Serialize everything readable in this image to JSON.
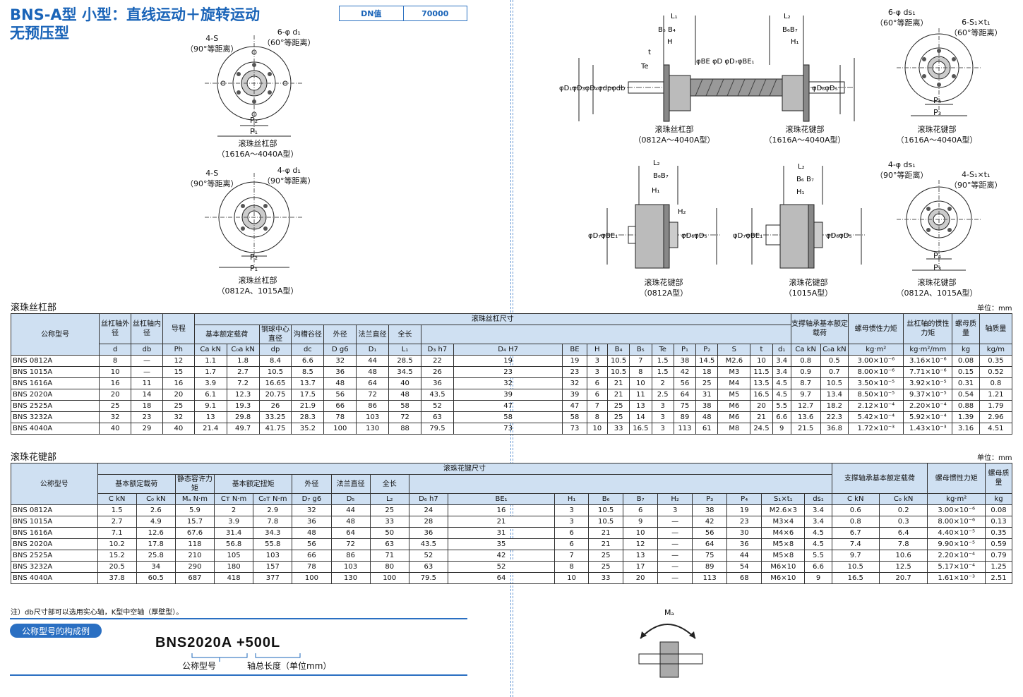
{
  "header": {
    "title_line1": "BNS-A型  小型：直线运动＋旋转运动",
    "title_line2": "无预压型",
    "dn_label": "DN值",
    "dn_value": "70000"
  },
  "diagrams": {
    "top_left": {
      "s_label": "4-S",
      "s_note": "（90°等距离）",
      "d_label": "6-φ d₁",
      "d_note": "（60°等距离）",
      "p2": "P₂",
      "p1": "P₁",
      "caption1": "滚珠丝杠部",
      "caption2": "（1616A～4040A型）"
    },
    "mid_left": {
      "s_label": "4-S",
      "s_note": "（90°等距离）",
      "d_label": "4-φ d₁",
      "d_note": "（90°等距离）",
      "p2": "P₂",
      "p1": "P₁",
      "caption1": "滚珠丝杠部",
      "caption2": "（0812A、1015A型）"
    },
    "cross_section": {
      "cap_a1": "滚珠丝杠部",
      "cap_a2": "（0812A～4040A型）",
      "cap_b1": "滚珠花键部",
      "cap_b2": "（1616A～4040A型）"
    },
    "top_right": {
      "d_label": "6-φ ds₁",
      "d_note": "（60°等距离）",
      "s_label": "6-S₁×t₁",
      "s_note": "（60°等距离）",
      "p4": "P₄",
      "p3": "P₃",
      "caption1": "滚珠花键部",
      "caption2": "（1616A～4040A型）"
    },
    "spline_0812": {
      "caption1": "滚珠花键部",
      "caption2": "（0812A型）"
    },
    "spline_1015": {
      "caption1": "滚珠花键部",
      "caption2": "（1015A型）"
    },
    "mid_right": {
      "d_label": "4-φ ds₁",
      "d_note": "（90°等距离）",
      "s_label": "4-S₁×t₁",
      "s_note": "（90°等距离）",
      "p4": "P₄",
      "p3": "P₃",
      "caption1": "滚珠花键部",
      "caption2": "（0812A、1015A型）"
    }
  },
  "screw_table": {
    "section_title": "滚珠丝杠部",
    "unit": "单位：mm",
    "h_model": "公称型号",
    "h_od": "丝杠轴外径",
    "h_id": "丝杠轴内径",
    "h_lead": "导程",
    "h_group": "滚珠丝杠尺寸",
    "h_rated": "基本额定载荷",
    "h_ball": "钢球中心直径",
    "h_groove": "沟槽谷径",
    "h_outer": "外径",
    "h_flange": "法兰直径",
    "h_length": "全长",
    "h_support": "支撑轴承基本额定载荷",
    "h_inertia": "螺母惯性力矩",
    "h_shaft_inertia": "丝杠轴的惯性力矩",
    "h_nut_mass": "螺母质量",
    "h_shaft_mass": "轴质量",
    "sub_cols": [
      "d",
      "db",
      "Ph",
      "Ca kN",
      "C₀a kN",
      "dp",
      "dc",
      "D g6",
      "D₁",
      "L₁",
      "D₃ h7",
      "D₄ H7",
      "BE",
      "H",
      "B₄",
      "B₅",
      "Te",
      "P₁",
      "P₂",
      "S",
      "t",
      "d₁",
      "Ca kN",
      "C₀a kN",
      "kg·m²",
      "kg·m²/mm",
      "kg",
      "kg/m"
    ],
    "rows": [
      [
        "BNS 0812A",
        "8",
        "—",
        "12",
        "1.1",
        "1.8",
        "8.4",
        "6.6",
        "32",
        "44",
        "28.5",
        "22",
        "19",
        "19",
        "3",
        "10.5",
        "7",
        "1.5",
        "38",
        "14.5",
        "M2.6",
        "10",
        "3.4",
        "0.8",
        "0.5",
        "3.00×10⁻⁶",
        "3.16×10⁻⁶",
        "0.08",
        "0.35"
      ],
      [
        "BNS 1015A",
        "10",
        "—",
        "15",
        "1.7",
        "2.7",
        "10.5",
        "8.5",
        "36",
        "48",
        "34.5",
        "26",
        "23",
        "23",
        "3",
        "10.5",
        "8",
        "1.5",
        "42",
        "18",
        "M3",
        "11.5",
        "3.4",
        "0.9",
        "0.7",
        "8.00×10⁻⁶",
        "7.71×10⁻⁶",
        "0.15",
        "0.52"
      ],
      [
        "BNS 1616A",
        "16",
        "11",
        "16",
        "3.9",
        "7.2",
        "16.65",
        "13.7",
        "48",
        "64",
        "40",
        "36",
        "32",
        "32",
        "6",
        "21",
        "10",
        "2",
        "56",
        "25",
        "M4",
        "13.5",
        "4.5",
        "8.7",
        "10.5",
        "3.50×10⁻⁵",
        "3.92×10⁻⁵",
        "0.31",
        "0.8"
      ],
      [
        "BNS 2020A",
        "20",
        "14",
        "20",
        "6.1",
        "12.3",
        "20.75",
        "17.5",
        "56",
        "72",
        "48",
        "43.5",
        "39",
        "39",
        "6",
        "21",
        "11",
        "2.5",
        "64",
        "31",
        "M5",
        "16.5",
        "4.5",
        "9.7",
        "13.4",
        "8.50×10⁻⁵",
        "9.37×10⁻⁵",
        "0.54",
        "1.21"
      ],
      [
        "BNS 2525A",
        "25",
        "18",
        "25",
        "9.1",
        "19.3",
        "26",
        "21.9",
        "66",
        "86",
        "58",
        "52",
        "47",
        "47",
        "7",
        "25",
        "13",
        "3",
        "75",
        "38",
        "M6",
        "20",
        "5.5",
        "12.7",
        "18.2",
        "2.12×10⁻⁴",
        "2.20×10⁻⁴",
        "0.88",
        "1.79"
      ],
      [
        "BNS 3232A",
        "32",
        "23",
        "32",
        "13",
        "29.8",
        "33.25",
        "28.3",
        "78",
        "103",
        "72",
        "63",
        "58",
        "58",
        "8",
        "25",
        "14",
        "3",
        "89",
        "48",
        "M6",
        "21",
        "6.6",
        "13.6",
        "22.3",
        "5.42×10⁻⁴",
        "5.92×10⁻⁴",
        "1.39",
        "2.96"
      ],
      [
        "BNS 4040A",
        "40",
        "29",
        "40",
        "21.4",
        "49.7",
        "41.75",
        "35.2",
        "100",
        "130",
        "88",
        "79.5",
        "73",
        "73",
        "10",
        "33",
        "16.5",
        "3",
        "113",
        "61",
        "M8",
        "24.5",
        "9",
        "21.5",
        "36.8",
        "1.72×10⁻³",
        "1.43×10⁻³",
        "3.16",
        "4.51"
      ]
    ]
  },
  "spline_table": {
    "section_title": "滚珠花键部",
    "unit": "单位：mm",
    "h_model": "公称型号",
    "h_group": "滚珠花键尺寸",
    "h_rated": "基本额定载荷",
    "h_static": "静态容许力矩",
    "h_torque": "基本额定扭矩",
    "h_outer": "外径",
    "h_flange": "法兰直径",
    "h_length": "全长",
    "h_support": "支撑轴承基本额定载荷",
    "h_inertia": "螺母惯性力矩",
    "h_mass": "螺母质量",
    "sub_cols": [
      "C kN",
      "C₀ kN",
      "Mₐ N·m",
      "Cт N·m",
      "C₀т N·m",
      "D₇ g6",
      "D₅",
      "L₂",
      "D₆ h7",
      "BE₁",
      "H₁",
      "B₆",
      "B₇",
      "H₂",
      "P₃",
      "P₄",
      "S₁×t₁",
      "ds₁",
      "C kN",
      "C₀ kN",
      "kg·m²",
      "kg"
    ],
    "rows": [
      [
        "BNS 0812A",
        "1.5",
        "2.6",
        "5.9",
        "2",
        "2.9",
        "32",
        "44",
        "25",
        "24",
        "16",
        "3",
        "10.5",
        "6",
        "3",
        "38",
        "19",
        "M2.6×3",
        "3.4",
        "0.6",
        "0.2",
        "3.00×10⁻⁶",
        "0.08"
      ],
      [
        "BNS 1015A",
        "2.7",
        "4.9",
        "15.7",
        "3.9",
        "7.8",
        "36",
        "48",
        "33",
        "28",
        "21",
        "3",
        "10.5",
        "9",
        "—",
        "42",
        "23",
        "M3×4",
        "3.4",
        "0.8",
        "0.3",
        "8.00×10⁻⁶",
        "0.13"
      ],
      [
        "BNS 1616A",
        "7.1",
        "12.6",
        "67.6",
        "31.4",
        "34.3",
        "48",
        "64",
        "50",
        "36",
        "31",
        "6",
        "21",
        "10",
        "—",
        "56",
        "30",
        "M4×6",
        "4.5",
        "6.7",
        "6.4",
        "4.40×10⁻⁵",
        "0.35"
      ],
      [
        "BNS 2020A",
        "10.2",
        "17.8",
        "118",
        "56.8",
        "55.8",
        "56",
        "72",
        "63",
        "43.5",
        "35",
        "6",
        "21",
        "12",
        "—",
        "64",
        "36",
        "M5×8",
        "4.5",
        "7.4",
        "7.8",
        "9.90×10⁻⁵",
        "0.59"
      ],
      [
        "BNS 2525A",
        "15.2",
        "25.8",
        "210",
        "105",
        "103",
        "66",
        "86",
        "71",
        "52",
        "42",
        "7",
        "25",
        "13",
        "—",
        "75",
        "44",
        "M5×8",
        "5.5",
        "9.7",
        "10.6",
        "2.20×10⁻⁴",
        "0.79"
      ],
      [
        "BNS 3232A",
        "20.5",
        "34",
        "290",
        "180",
        "157",
        "78",
        "103",
        "80",
        "63",
        "52",
        "8",
        "25",
        "17",
        "—",
        "89",
        "54",
        "M6×10",
        "6.6",
        "10.5",
        "12.5",
        "5.17×10⁻⁴",
        "1.25"
      ],
      [
        "BNS 4040A",
        "37.8",
        "60.5",
        "687",
        "418",
        "377",
        "100",
        "130",
        "100",
        "79.5",
        "64",
        "10",
        "33",
        "20",
        "—",
        "113",
        "68",
        "M6×10",
        "9",
        "16.5",
        "20.7",
        "1.61×10⁻³",
        "2.51"
      ]
    ]
  },
  "footer": {
    "note": "注）db尺寸部可以选用实心轴，K型中空轴（厚壁型）。",
    "badge": "公称型号的构成例",
    "model_code": "BNS2020A +500L",
    "label_model": "公称型号",
    "label_length": "轴总长度（单位mm）",
    "ma_label": "Mₐ"
  },
  "colors": {
    "accent": "#1a64b8",
    "header_fill": "#cfe0f2"
  }
}
